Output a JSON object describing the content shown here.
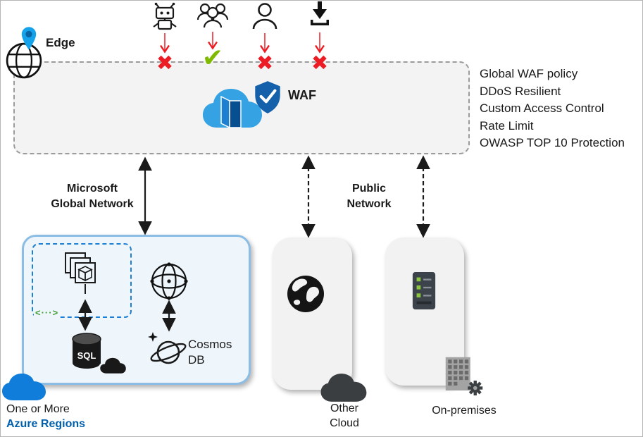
{
  "edge": {
    "label": "Edge"
  },
  "marks": {
    "blocked": "✖",
    "allowed": "✔"
  },
  "waf": {
    "label": "WAF",
    "features": [
      "Global WAF policy",
      "DDoS Resilient",
      "Custom Access Control",
      "Rate Limit",
      "OWASP TOP 10 Protection"
    ]
  },
  "networks": {
    "microsoft_line1": "Microsoft",
    "microsoft_line2": "Global Network",
    "public_line1": "Public",
    "public_line2": "Network"
  },
  "azure_region": {
    "code_chip": "<···>",
    "sql_label": "SQL",
    "cosmos_line1": "Cosmos",
    "cosmos_line2": "DB",
    "caption_line1": "One or More",
    "caption_line2": "Azure Regions"
  },
  "other_cloud": {
    "caption_line1": "Other",
    "caption_line2": "Cloud"
  },
  "on_premises": {
    "caption": "On-premises"
  },
  "colors": {
    "azure_blue": "#0f7dd9",
    "front_door_blue": "#35a2e4",
    "shield_blue": "#1460aa",
    "blocked_red": "#ec1c24",
    "allowed_green": "#7fba00",
    "region_border": "#8bbde5"
  },
  "icons": {
    "edge": [
      "globe-icon",
      "location-pin-icon"
    ],
    "clients": [
      "bot-icon",
      "user-group-icon",
      "user-icon",
      "download-icon"
    ],
    "waf": [
      "front-door-cloud-icon",
      "shield-check-icon"
    ],
    "region": [
      "container-stack-icon",
      "code-icon",
      "sql-database-icon",
      "network-globe-icon",
      "cosmos-db-icon",
      "azure-cloud-icon"
    ],
    "other_cloud": [
      "earth-icon",
      "dark-cloud-icon"
    ],
    "on_premises": [
      "server-icon",
      "building-gear-icon"
    ]
  }
}
